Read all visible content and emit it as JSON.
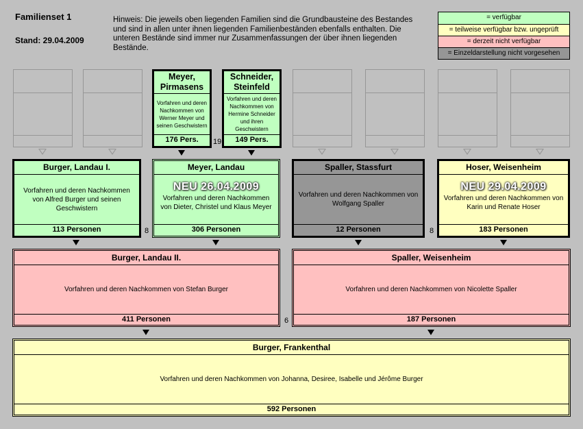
{
  "header": {
    "title": "Familienset 1",
    "stand": "Stand: 29.04.2009",
    "hint": "Hinweis: Die jeweils oben liegenden Familien sind die Grundbausteine des Bestandes und sind in allen unter ihnen liegenden Familienbeständen ebenfalls enthalten. Die unteren Bestände sind immer nur Zusammenfassungen der über ihnen liegenden Bestände."
  },
  "legend": [
    {
      "label": "= verfügbar",
      "color": "#c0ffc0"
    },
    {
      "label": "= teilweise verfügbar bzw. ungeprüft",
      "color": "#ffffc0"
    },
    {
      "label": "= derzeit nicht verfügbar",
      "color": "#ffc0c0"
    },
    {
      "label": "= Einzeldarstellung nicht vorgesehen",
      "color": "#969696"
    }
  ],
  "top_row": {
    "meyer_pirmasens": {
      "title": "Meyer, Pirmasens",
      "desc": "Vorfahren und deren Nachkommen von Werner Meyer und seinen Geschwistern",
      "count": "176 Pers."
    },
    "schneider_steinfeld": {
      "title": "Schneider, Steinfeld",
      "desc": "Vorfahren und deren Nachkommen von Hermine Schneider und ihren Geschwistern",
      "count": "149 Pers."
    },
    "connector_label": "19"
  },
  "middle_row": {
    "burger_landau_1": {
      "title": "Burger, Landau I.",
      "desc": "Vorfahren und deren Nachkommen von Alfred Burger und seinen Geschwistern",
      "count": "113 Personen"
    },
    "meyer_landau": {
      "title": "Meyer, Landau",
      "badge": "NEU 26.04.2009",
      "desc": "Vorfahren und deren Nachkommen von Dieter, Christel und Klaus Meyer",
      "count": "306 Personen"
    },
    "spaller_stassfurt": {
      "title": "Spaller, Stassfurt",
      "desc": "Vorfahren und deren Nachkommen von Wolfgang Spaller",
      "count": "12 Personen"
    },
    "hoser_weisenheim": {
      "title": "Hoser, Weisenheim",
      "badge": "NEU 29.04.2009",
      "desc": "Vorfahren und deren Nachkommen von Karin und Renate Hoser",
      "count": "183 Personen"
    },
    "connector_left": "8",
    "connector_right": "8"
  },
  "lower_row": {
    "burger_landau_2": {
      "title": "Burger, Landau II.",
      "desc": "Vorfahren und deren Nachkommen von Stefan Burger",
      "count": "411 Personen"
    },
    "spaller_weisenheim": {
      "title": "Spaller, Weisenheim",
      "desc": "Vorfahren und deren Nachkommen von Nicolette Spaller",
      "count": "187 Personen"
    },
    "connector": "6"
  },
  "bottom_row": {
    "burger_frankenthal": {
      "title": "Burger, Frankenthal",
      "desc": "Vorfahren und deren Nachkommen von Johanna, Desiree, Isabelle und Jérôme Burger",
      "count": "592 Personen"
    }
  }
}
